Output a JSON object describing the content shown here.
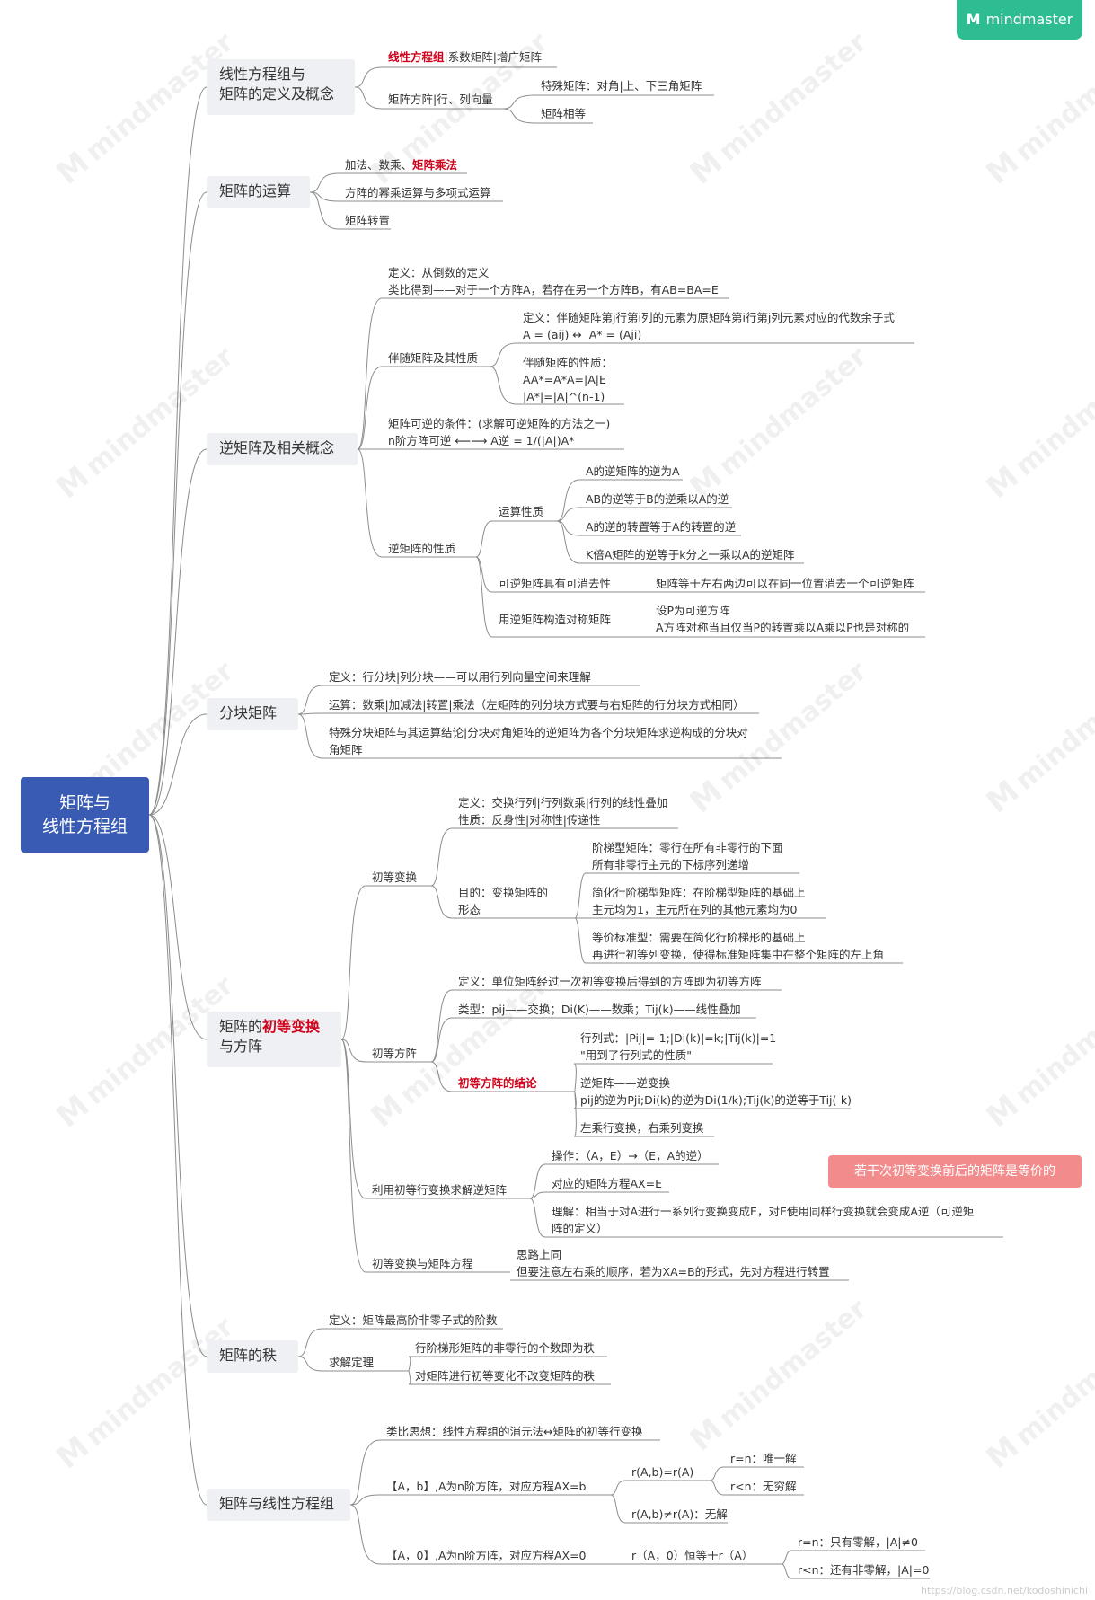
{
  "brand": {
    "name": "mindmaster",
    "mark": "M"
  },
  "root": {
    "line1": "矩阵与",
    "line2": "线性方程组"
  },
  "branches": {
    "b1": {
      "line1": "线性方程组与",
      "line2": "矩阵的定义及概念"
    },
    "b2": {
      "label": "矩阵的运算"
    },
    "b3": {
      "label": "逆矩阵及相关概念"
    },
    "b4": {
      "label": "分块矩阵"
    },
    "b5": {
      "line1_pre": "矩阵的",
      "line1_red": "初等变换",
      "line2": "与方阵"
    },
    "b6": {
      "label": "矩阵的秩"
    },
    "b7": {
      "label": "矩阵与线性方程组"
    }
  },
  "b1": {
    "n1_red": "线性方程组",
    "n1_rest": "|系数矩阵|增广矩阵",
    "n2": "矩阵方阵|行、列向量",
    "n3": "特殊矩阵：对角|上、下三角矩阵",
    "n4": "矩阵相等"
  },
  "b2": {
    "n1_pre": "加法、数乘、",
    "n1_red": "矩阵乘法",
    "n2": "方阵的幂乘运算与多项式运算",
    "n3": "矩阵转置"
  },
  "b3": {
    "def1": "定义：从倒数的定义",
    "def2": "类比得到——对于一个方阵A，若存在另一个方阵B，有AB=BA=E",
    "adj": "伴随矩阵及其性质",
    "adj_def1": "定义：伴随矩阵第j行第i列的元素为原矩阵第i行第j列元素对应的代数余子式",
    "adj_def2": "A = (aij) ↔  A* = (Aji)",
    "adj_p1": "伴随矩阵的性质：",
    "adj_p2": "AA*=A*A=|A|E",
    "adj_p3": "|A*|=|A|^(n-1)",
    "cond1": "矩阵可逆的条件：(求解可逆矩阵的方法之一)",
    "cond2": "n阶方阵可逆 ⟵⟶ A逆 = 1/(|A|)A*",
    "props": "逆矩阵的性质",
    "ops": "运算性质",
    "op1": "A的逆矩阵的逆为A",
    "op2": "AB的逆等于B的逆乘以A的逆",
    "op3": "A的逆的转置等于A的转置的逆",
    "op4": "K倍A矩阵的逆等于k分之一乘以A的逆矩阵",
    "cancel": "可逆矩阵具有可消去性",
    "cancel_d": "矩阵等于左右两边可以在同一位置消去一个可逆矩阵",
    "sym": "用逆矩阵构造对称矩阵",
    "sym_d1": "设P为可逆方阵",
    "sym_d2": "A方阵对称当且仅当P的转置乘以A乘以P也是对称的"
  },
  "b4": {
    "n1": "定义：行分块|列分块——可以用行列向量空间来理解",
    "n2": "运算：数乘|加减法|转置|乘法（左矩阵的列分块方式要与右矩阵的行分块方式相同）",
    "n3a": "特殊分块矩阵与其运算结论|分块对角矩阵的逆矩阵为各个分块矩阵求逆构成的分块对",
    "n3b": "角矩阵"
  },
  "b5": {
    "elem": "初等变换",
    "e_def1": "定义：交换行列|行列数乘|行列的线性叠加",
    "e_def2": "性质：反身性|对称性|传递性",
    "purpose1": "目的：变换矩阵的",
    "purpose2": "形态",
    "p1a": "阶梯型矩阵：零行在所有非零行的下面",
    "p1b": "所有非零行主元的下标序列递增",
    "p2a": "简化行阶梯型矩阵：在阶梯型矩阵的基础上",
    "p2b": "主元均为1，主元所在列的其他元素均为0",
    "p3a": "等价标准型：需要在简化行阶梯形的基础上",
    "p3b": "再进行初等列变换，使得标准矩阵集中在整个矩阵的左上角",
    "emat": "初等方阵",
    "em_def": "定义：单位矩阵经过一次初等变换后得到的方阵即为初等方阵",
    "em_type": "类型：pij——交换；Di(K)——数乘；Tij(k)——线性叠加",
    "em_conc": "初等方阵的结论",
    "c1a": "行列式：|Pij|=-1;|Di(k)|=k;|Tij(k)|=1",
    "c1b": "\"用到了行列式的性质\"",
    "c2a": "逆矩阵——逆变换",
    "c2b": "pij的逆为Pji;Di(k)的逆为Di(1/k);Tij(k)的逆等于Tij(-k)",
    "c3": "左乘行变换，右乘列变换",
    "solve": "利用初等行变换求解逆矩阵",
    "s1": "操作：（A，E）→（E，A的逆）",
    "s2": "对应的矩阵方程AX=E",
    "s3a": "理解：相当于对A进行一系列行变换变成E，对E使用同样行变换就会变成A逆（可逆矩",
    "s3b": "阵的定义）",
    "eq": "初等变换与矩阵方程",
    "eq1": "思路上同",
    "eq2": "但要注意左右乘的顺序，若为XA=B的形式，先对方程进行转置",
    "note": "若干次初等变换前后的矩阵是等价的"
  },
  "b6": {
    "def": "定义：矩阵最高阶非零子式的阶数",
    "thm": "求解定理",
    "t1": "行阶梯形矩阵的非零行的个数即为秩",
    "t2": "对矩阵进行初等变化不改变矩阵的秩"
  },
  "b7": {
    "n1": "类比思想：线性方程组的消元法↔矩阵的初等行变换",
    "n2": "【A，b】,A为n阶方阵，对应方程AX=b",
    "n2a": "r(A,b)=r(A)",
    "n2a1": "r=n：唯一解",
    "n2a2": "r<n：无穷解",
    "n2b": "r(A,b)≠r(A)：无解",
    "n3": "【A，0】,A为n阶方阵，对应方程AX=0",
    "n3a": "r（A，0）恒等于r（A）",
    "n3a1": "r=n：只有零解，|A|≠0",
    "n3a2": "r<n：还有非零解，|A|=0"
  },
  "footer": "https://blog.csdn.net/kodoshinichi"
}
